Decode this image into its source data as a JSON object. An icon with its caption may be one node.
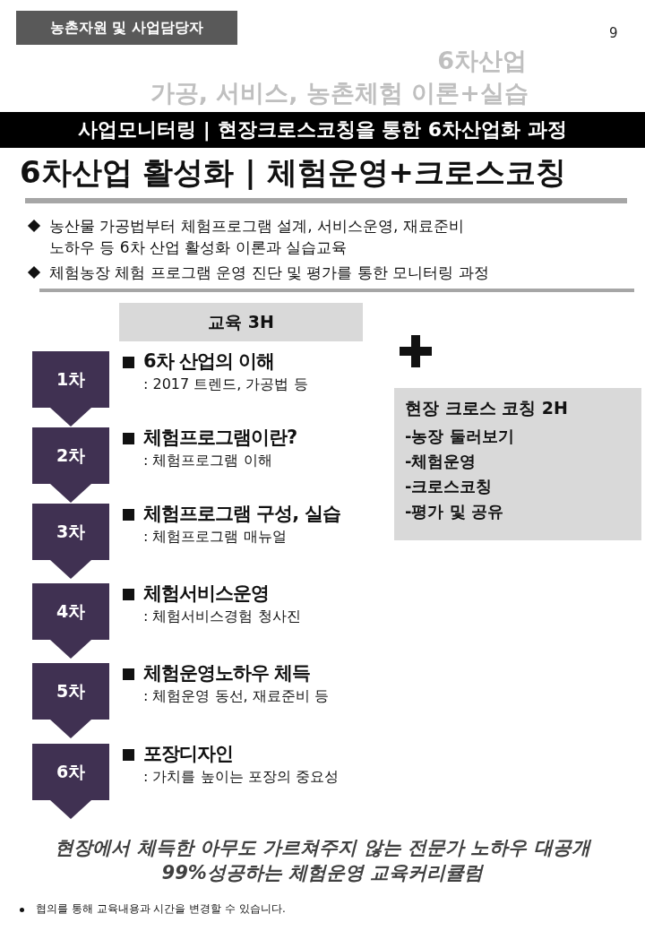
{
  "diagram": {
    "title": "6차산업 활성화 | 체험운영+크로스코칭",
    "nodes": [
      {
        "text": [
          "농촌자원 및 사업담당자"
        ]
      },
      {
        "text": [
          "사업모니터링 | 현장크로스코칭을 통한 6차산업화 과정"
        ]
      },
      {
        "text": [
          "교육 3H"
        ]
      },
      {
        "text": [
          "1차"
        ],
        "beside": [
          "6차 산업의 이해",
          ": 2017 트렌드, 가공법 등"
        ]
      },
      {
        "text": [
          "2차"
        ],
        "beside": [
          "체험프로그램이란?",
          ": 체험프로그램 이해"
        ]
      },
      {
        "text": [
          "3차"
        ],
        "beside": [
          "체험프로그램 구성, 실습",
          ": 체험프로그램 매뉴얼"
        ]
      },
      {
        "text": [
          "4차"
        ],
        "beside": [
          "체험서비스운영",
          ": 체험서비스경험 청사진"
        ]
      },
      {
        "text": [
          "5차"
        ],
        "beside": [
          "체험운영노하우 체득",
          ": 체험운영 동선, 재료준비 등"
        ]
      },
      {
        "text": [
          "6차"
        ],
        "beside": [
          "포장디자인",
          ": 가치를 높이는 포장의 중요성"
        ]
      },
      {
        "text": [
          "현장 크로스 코칭 2H",
          "-농장 둘러보기",
          "-체험운영",
          "-크로스코칭",
          "-평가 및 공유"
        ]
      }
    ],
    "edges": [
      {
        "from": 3,
        "to": 4,
        "arrow": "to"
      },
      {
        "from": 4,
        "to": 5,
        "arrow": "to"
      },
      {
        "from": 5,
        "to": 6,
        "arrow": "to"
      },
      {
        "from": 6,
        "to": 7,
        "arrow": "to"
      },
      {
        "from": 7,
        "to": 8,
        "arrow": "to"
      },
      {
        "from": 8,
        "to": null,
        "arrow": "to"
      }
    ],
    "labels": [
      "9",
      "6차산업",
      "가공, 서비스, 농촌체험 이론+실습",
      "농산물 가공법부터 체험프로그램 설계, 서비스운영,  재료준비 노하우 등 6차 산업 활성화 이론과 실습교육",
      "체험농장 체험 프로그램 운영 진단 및 평가를 통한 모니터링 과정",
      "현장에서 체득한 아무도 가르쳐주지 않는 전문가 노하우 대공개 99%성공하는 체험운영 교육커리큘럼",
      "협의를 통해 교육내용과 시간을 변경할 수 있습니다."
    ]
  }
}
